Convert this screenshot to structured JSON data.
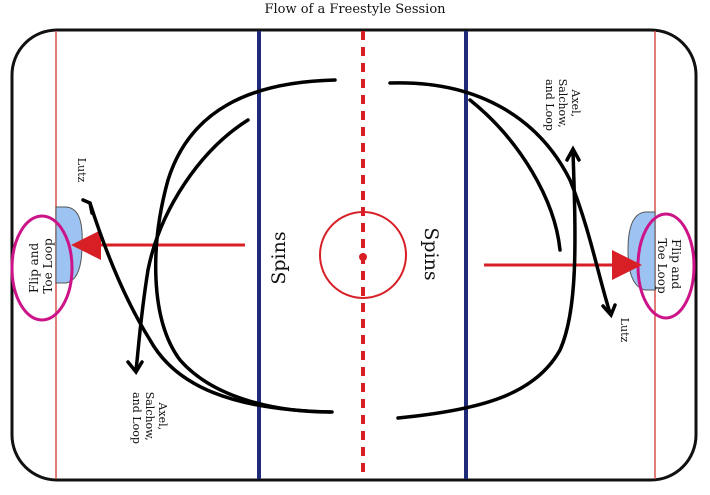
{
  "title": "Flow of a Freestyle Session",
  "labels": {
    "spins_left": "Spins",
    "spins_right": "Spins",
    "lutz_left": "Lutz",
    "lutz_right": "Lutz",
    "flip_toe_left": [
      "Flip and",
      "Toe Loop"
    ],
    "flip_toe_right": [
      "Flip and",
      "Toe Loop"
    ],
    "axel_top": [
      "Axel,",
      "Salchow,",
      "and Loop"
    ],
    "axel_bottom": [
      "Axel,",
      "Salchow,",
      "and Loop"
    ]
  },
  "colors": {
    "boards": "#111111",
    "goal_line": "#d9534f",
    "blue_line": "#1f2a7a",
    "center_red": "#d81f26",
    "arrow": "#d81f26",
    "crease": "#9cc3f2",
    "highlight": "#cc1488",
    "path": "#000000"
  }
}
